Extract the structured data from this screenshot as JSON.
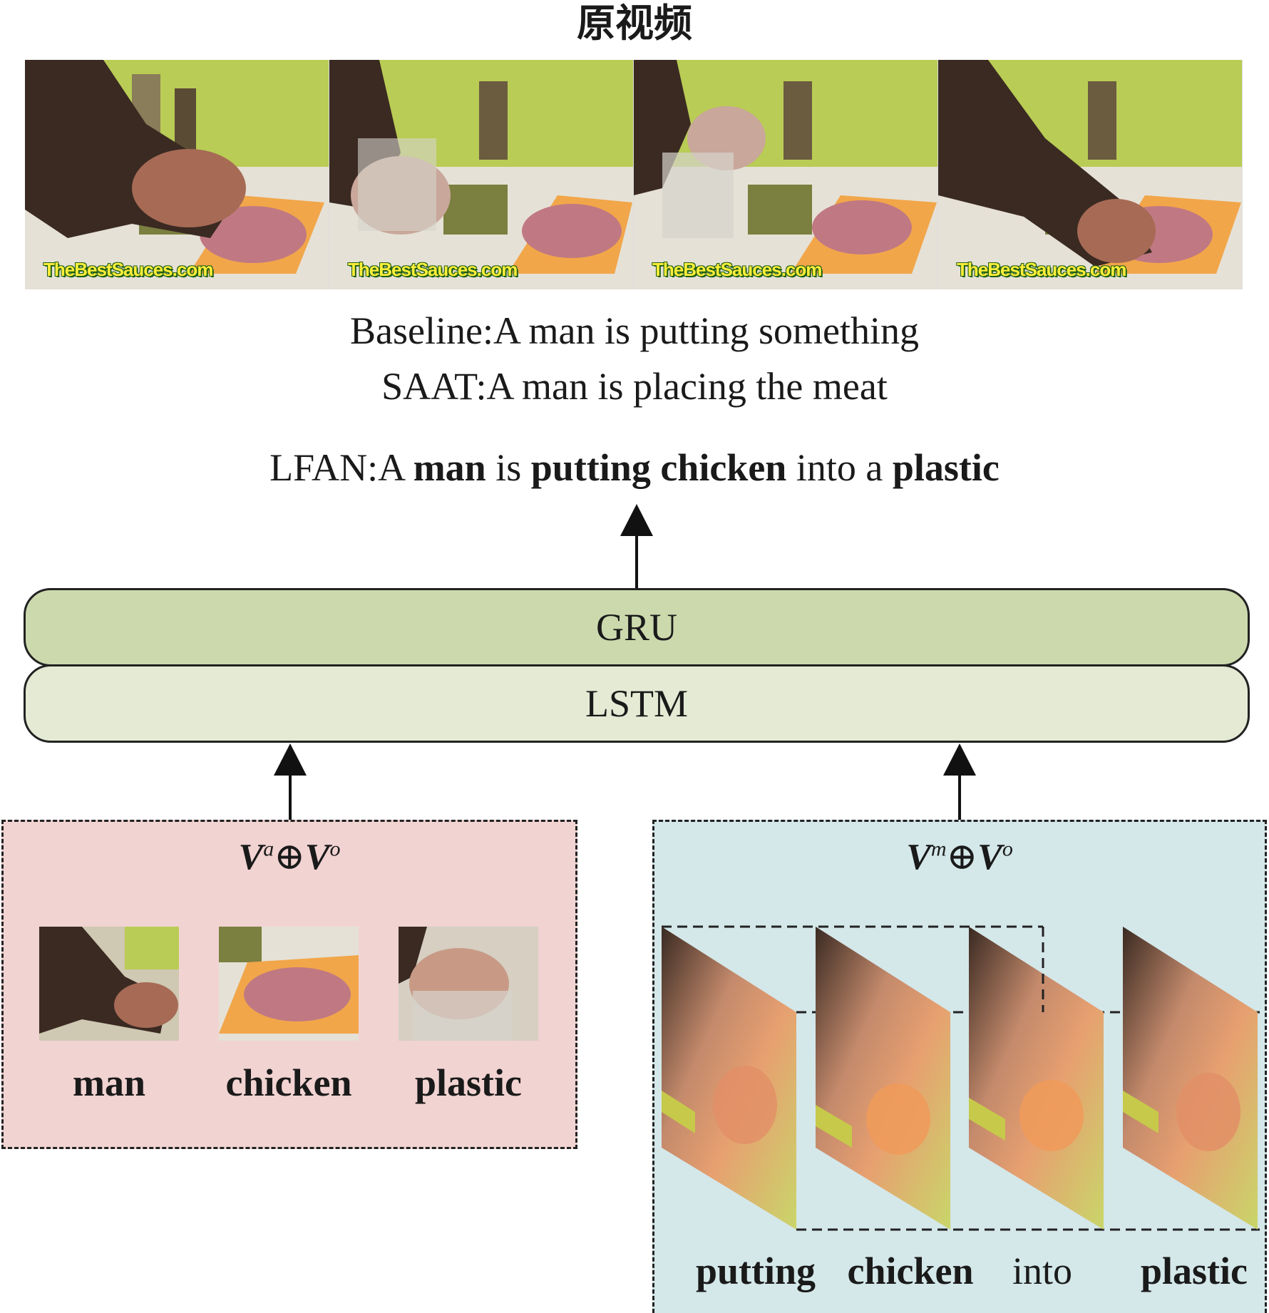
{
  "title": "原视频",
  "video_frames": {
    "watermark": "TheBestSauces.com",
    "count": 4
  },
  "captions": {
    "baseline": "Baseline:A man is putting something",
    "saat": "SAAT:A man is placing the meat",
    "lfan": {
      "prefix": "LFAN:A ",
      "w1": "man",
      "w2": " is ",
      "w3": "putting chicken",
      "w4": " into a ",
      "w5": "plastic"
    }
  },
  "layers": {
    "top": "GRU",
    "bottom": "LSTM"
  },
  "left_panel": {
    "formula": {
      "v1": "V",
      "s1": "a",
      "op": "⊕",
      "v2": "V",
      "s2": "o"
    },
    "words": [
      "man",
      "chicken",
      "plastic"
    ]
  },
  "right_panel": {
    "formula": {
      "v1": "V",
      "s1": "m",
      "op": "⊕",
      "v2": "V",
      "s2": "o"
    },
    "words": [
      "putting",
      "chicken",
      "into",
      "plastic"
    ]
  },
  "colors": {
    "gru_fill": "#ccd9ad",
    "lstm_fill": "#e4ead4",
    "object_panel": "#f1d3d2",
    "motion_panel": "#d4e7e9"
  }
}
